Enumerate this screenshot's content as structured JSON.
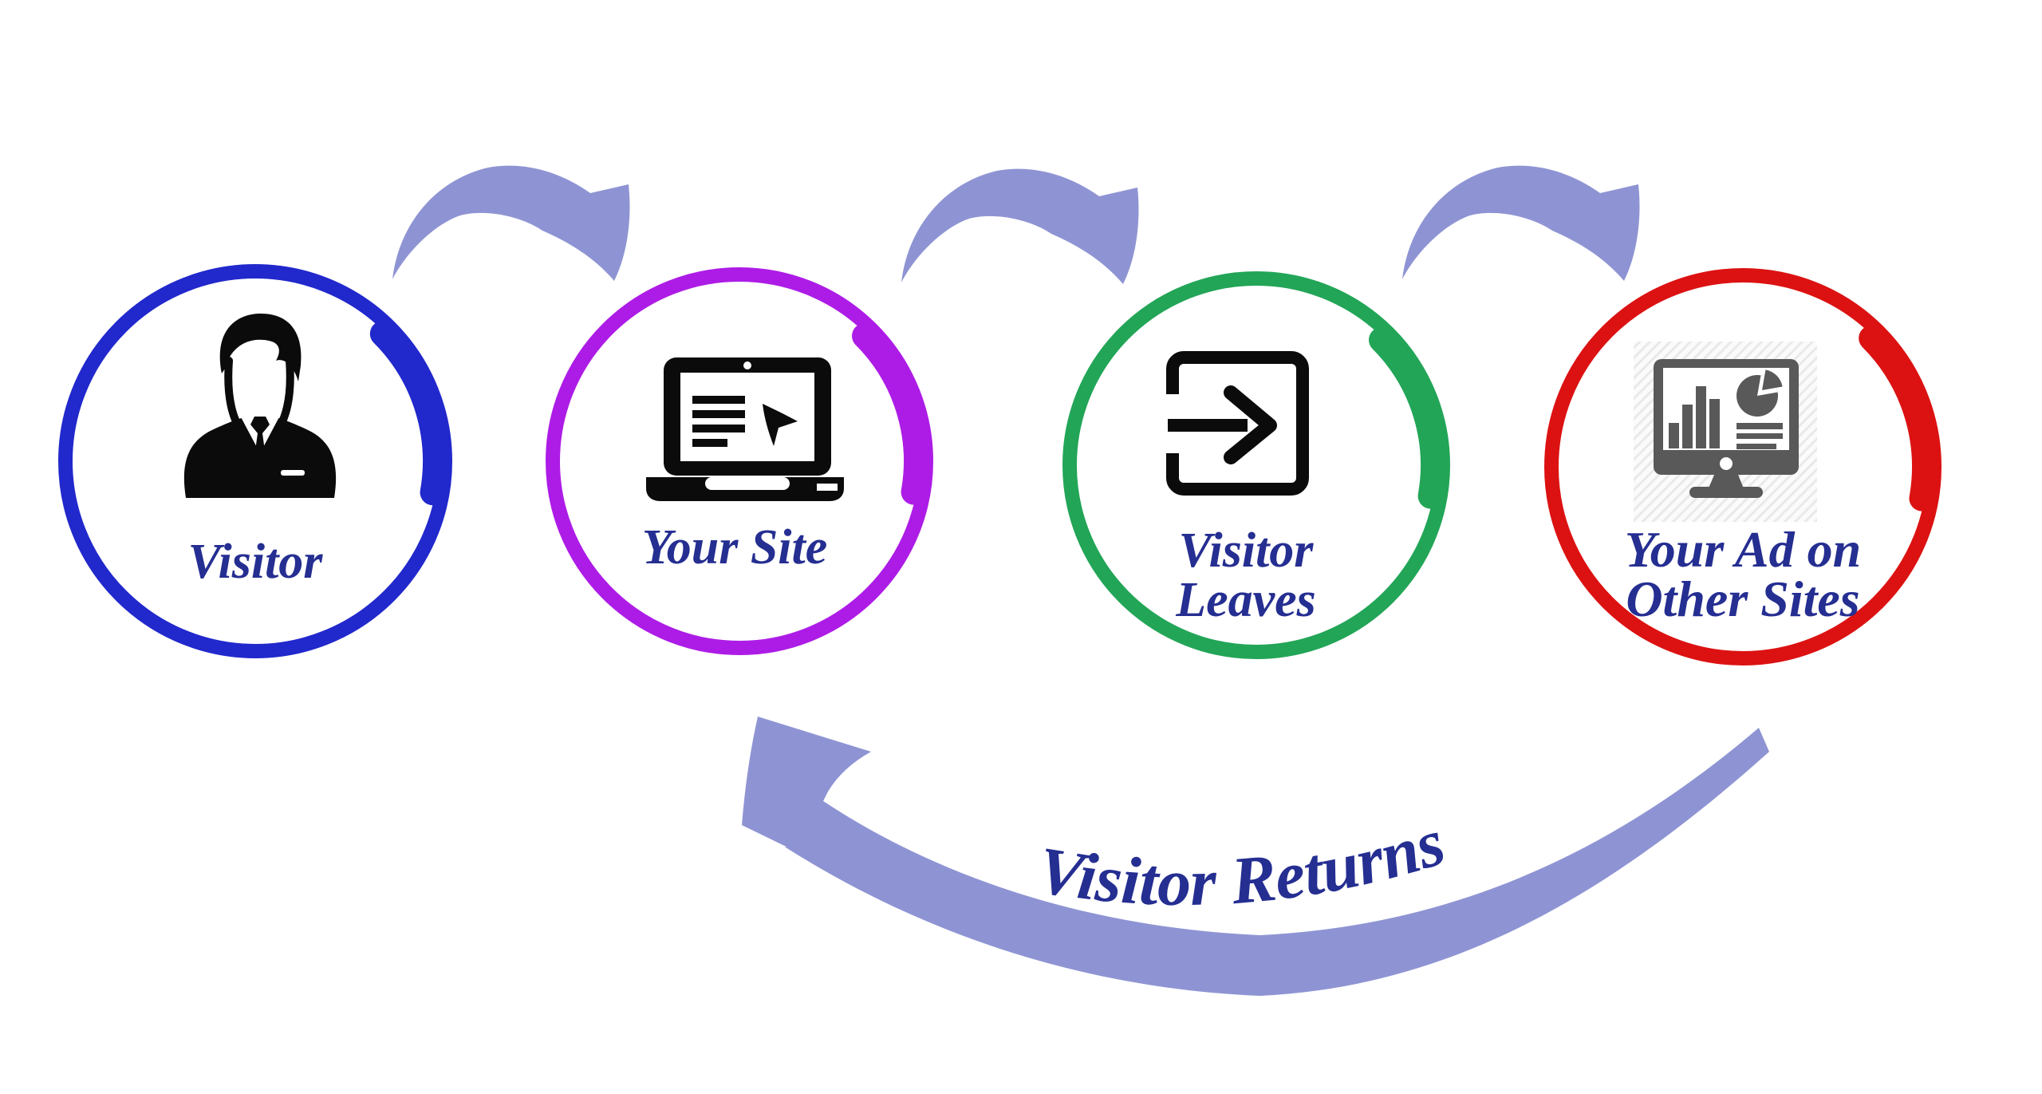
{
  "colors": {
    "background": "#ffffff",
    "label_text": "#252e91",
    "flow_arrow": "#8e94d3",
    "icon_black": "#0b0b0b",
    "icon_gray": "#595959",
    "stage1_circle": "#2128cc",
    "stage2_circle": "#ad1ce6",
    "stage3_circle": "#22a557",
    "stage4_circle": "#dc1212"
  },
  "stages": [
    {
      "label": "Visitor",
      "icon": "businessman-icon",
      "circle_color": "#2128cc"
    },
    {
      "label": "Your Site",
      "icon": "laptop-cursor-icon",
      "circle_color": "#ad1ce6"
    },
    {
      "label_line1": "Visitor",
      "label_line2": "Leaves",
      "icon": "exit-arrow-icon",
      "circle_color": "#22a557"
    },
    {
      "label_line1": "Your Ad on",
      "label_line2": "Other Sites",
      "icon": "analytics-monitor-icon",
      "circle_color": "#dc1212"
    }
  ],
  "flow": {
    "return_label": "Visitor Returns"
  }
}
